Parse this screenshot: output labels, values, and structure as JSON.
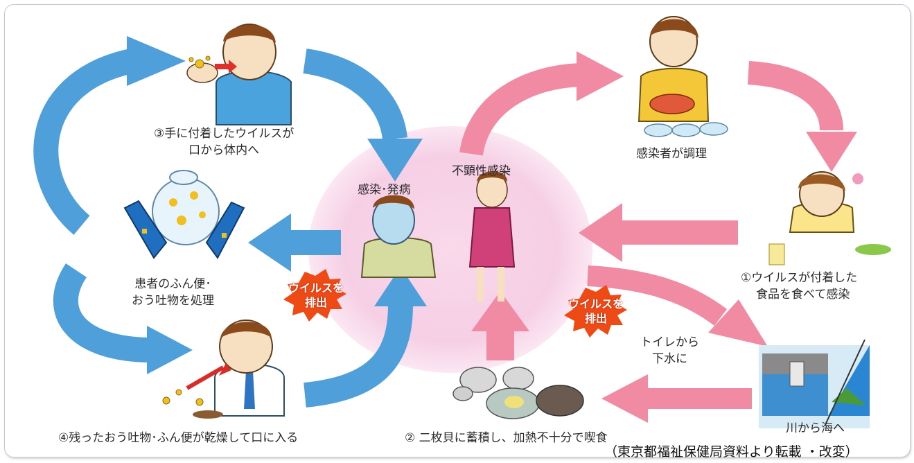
{
  "colors": {
    "blue_arrow": "#4f9fdb",
    "pink_arrow": "#f18aa3",
    "infection_zone": "#f6cfe5",
    "virus_burst": "#ee4a16",
    "frame_border": "#c4cbd6"
  },
  "labels": {
    "step3_line1": "③手に付着したウイルスが",
    "step3_line2": "口から体内へ",
    "infected_sick": "感染･発病",
    "asymptomatic": "不顕性感染",
    "cook": "感染者が調理",
    "step1_line1": "①ウイルスが付着した",
    "step1_line2": "食品を食べて感染",
    "handling_line1": "患者のふん便･",
    "handling_line2": "おう吐物を処理",
    "burst_line1": "ウイルスを",
    "burst_line2": "排出",
    "toilet_line1": "トイレから",
    "toilet_line2": "下水に",
    "river_sea": "川から海へ",
    "step4": "④残ったおう吐物･ふん便が乾燥して口に入る",
    "step2": "② 二枚貝に蓄積し、加熱不十分で喫食",
    "source": "（東京都福祉保健局資料より転載 ・改変）"
  }
}
